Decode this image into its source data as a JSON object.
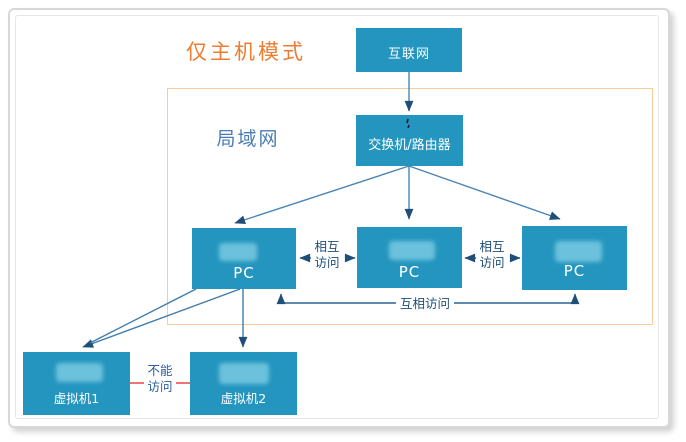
{
  "diagram": {
    "title": "仅主机模式",
    "lan_label": "局域网",
    "nodes": {
      "internet": "互联网",
      "switch_router": "交换机/路由器",
      "pc1": "PC",
      "pc2": "PC",
      "pc3": "PC",
      "vm1": "虚拟机1",
      "vm2": "虚拟机2"
    },
    "edge_labels": {
      "mutual_access_left": {
        "line1": "相互",
        "line2": "访问"
      },
      "mutual_access_right": {
        "line1": "相互",
        "line2": "访问"
      },
      "mutual_access_bottom": "互相访问",
      "no_access": {
        "line1": "不能",
        "line2": "访问"
      }
    },
    "colors": {
      "node_fill": "#2495BE",
      "title": "#ED7D31",
      "lan_label": "#4A7DB5",
      "lan_border": "#F7CB9C",
      "connector": "#4A85B5",
      "arrowhead": "#1F4E79",
      "no_access_line": "#E8544B"
    }
  }
}
